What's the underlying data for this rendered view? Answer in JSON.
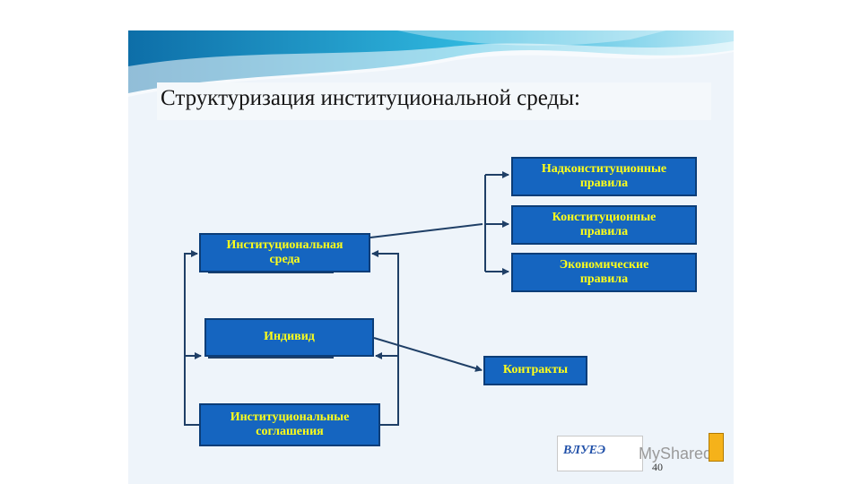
{
  "slide": {
    "title": "Структуризация институциональной среды:",
    "page_number": "40",
    "watermark": "MyShared",
    "logo_text": "ВЛУЕЭ"
  },
  "diagram": {
    "environment": {
      "line1": "Институциональная",
      "line2": "среда"
    },
    "individual": {
      "line1": "Индивид"
    },
    "agreements": {
      "line1": "Институциональные",
      "line2": "соглашения"
    },
    "supra_constitutional": {
      "line1": "Надконституционные",
      "line2": "правила"
    },
    "constitutional": {
      "line1": "Конституционные",
      "line2": "правила"
    },
    "economic": {
      "line1": "Экономические",
      "line2": "правила"
    },
    "contracts": {
      "line1": "Контракты"
    }
  },
  "colors": {
    "box_fill": "#1565c0",
    "box_text": "#ffff1a",
    "connector": "#1f3f66"
  }
}
